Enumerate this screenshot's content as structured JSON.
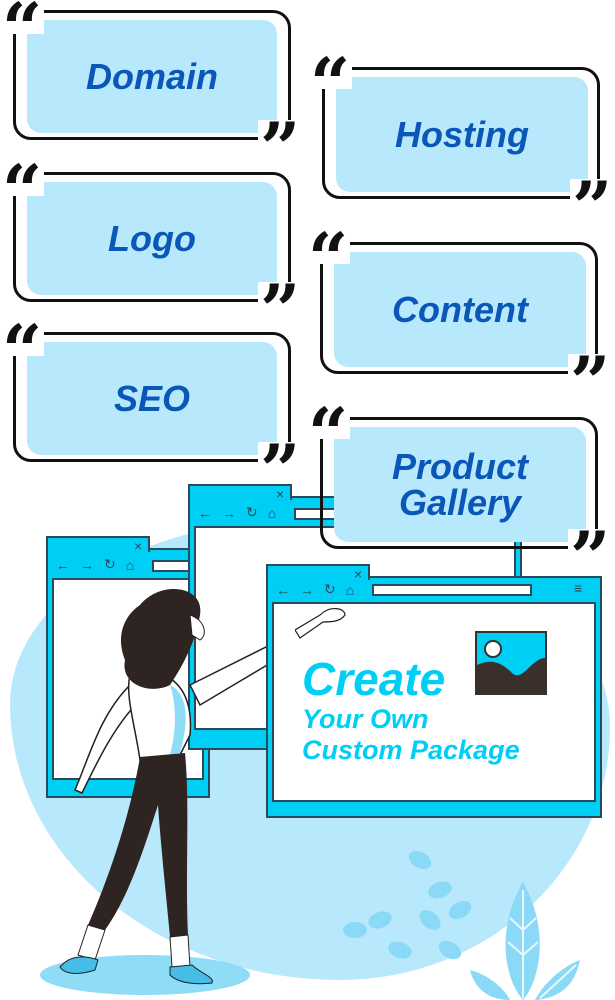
{
  "cards": [
    {
      "label": "Domain"
    },
    {
      "label": "Hosting"
    },
    {
      "label": "Logo"
    },
    {
      "label": "Content"
    },
    {
      "label": "SEO"
    },
    {
      "label": "Product Gallery",
      "line1": "Product",
      "line2": "Gallery"
    }
  ],
  "quotes": {
    "open": "“",
    "close": "”"
  },
  "browser": {
    "back": "←",
    "forward": "→",
    "reload": "↻",
    "home": "⌂",
    "close": "×",
    "menu": "≡"
  },
  "headline": {
    "line1": "Create",
    "line2": "Your Own",
    "line3": "Custom Package"
  },
  "colors": {
    "card_fill": "#b8e8fc",
    "card_text": "#0a57b8",
    "accent": "#00cff5",
    "dark": "#3a2f2b"
  }
}
